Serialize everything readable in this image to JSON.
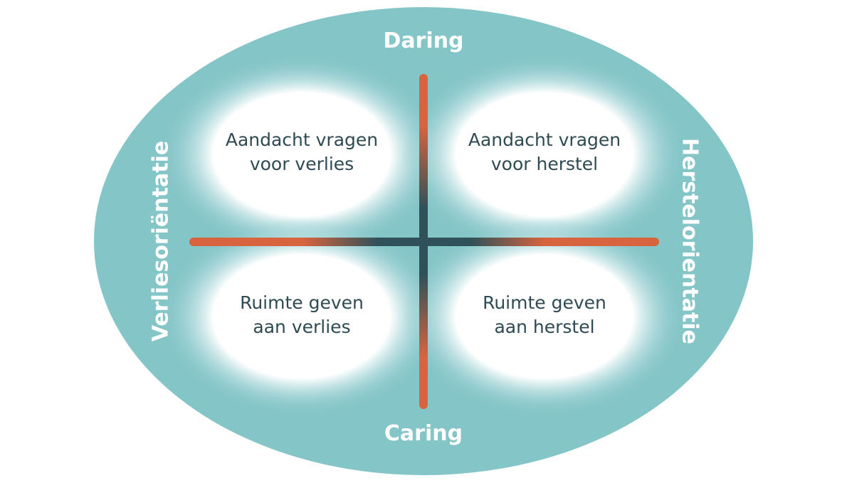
{
  "colors": {
    "ellipse": "#84c5c8",
    "accent": "#d8643f",
    "dark": "#2f5159",
    "text": "#2e4a52",
    "label": "#ffffff"
  },
  "labels": {
    "top": "Daring",
    "bottom": "Caring",
    "left": "Verliesoriëntatie",
    "right": "Herstelorientatie"
  },
  "quadrants": {
    "top_left": [
      "Aandacht vragen",
      "voor verlies"
    ],
    "top_right": [
      "Aandacht vragen",
      "voor herstel"
    ],
    "bottom_left": [
      "Ruimte geven",
      "aan verlies"
    ],
    "bottom_right": [
      "Ruimte geven",
      "aan herstel"
    ]
  }
}
